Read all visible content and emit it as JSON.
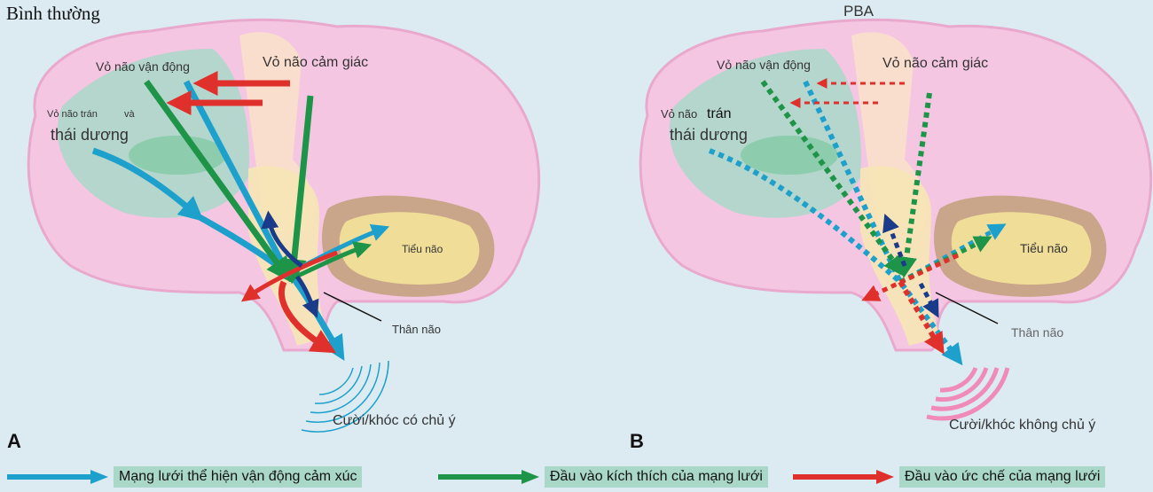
{
  "panels": {
    "a": {
      "letter": "A",
      "title": "Bình thường",
      "motor_cortex": "Vỏ não vận động",
      "sensory_cortex": "Vỏ não cảm giác",
      "frontal_small": "Vỏ não trán",
      "and": "và",
      "temporal": "thái dương",
      "cerebellum": "Tiểu não",
      "brainstem": "Thân não",
      "outcome": "Cười/khóc có chủ ý"
    },
    "b": {
      "letter": "B",
      "title": "PBA",
      "motor_cortex": "Vỏ não vận động",
      "sensory_cortex": "Vỏ não cảm giác",
      "frontal_small": "Vỏ não",
      "frontal_big": "trán",
      "temporal": "thái dương",
      "cerebellum": "Tiểu não",
      "brainstem": "Thân não",
      "outcome": "Cười/khóc không chủ ý"
    }
  },
  "legend": [
    {
      "label": "Mạng lưới thể hiện vận động cảm xúc",
      "color": "#1ea0cc"
    },
    {
      "label": "Đầu vào kích thích của mạng lưới",
      "color": "#1e9448"
    },
    {
      "label": "Đầu vào ức chế của mạng lưới",
      "color": "#e0302c"
    }
  ],
  "colors": {
    "blue": "#1ea0cc",
    "green": "#1e9448",
    "red": "#e0302c",
    "navy": "#1a3a8a",
    "brain": "#f4c6e2",
    "frontal": "#a9d8c8",
    "cerebellum": "#c9a58a",
    "pink_wave": "#f08bb8"
  }
}
